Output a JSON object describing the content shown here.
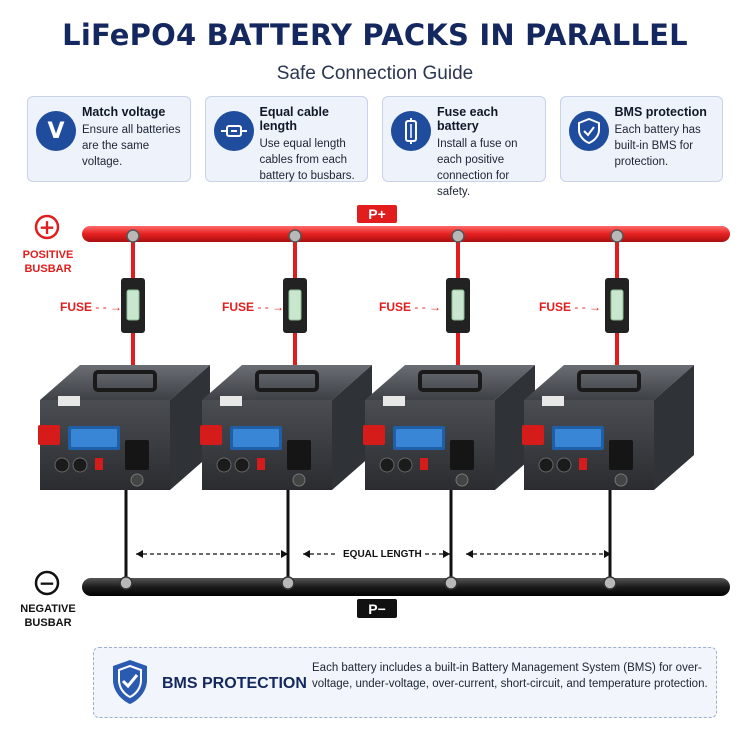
{
  "title": "LiFePO4 BATTERY PACKS IN PARALLEL",
  "subtitle": "Safe Connection Guide",
  "cards": [
    {
      "icon": "voltage-icon",
      "title": "Match voltage",
      "body": "Ensure all batteries are the same voltage."
    },
    {
      "icon": "cable-icon",
      "title": "Equal cable length",
      "body": "Use equal length cables from each battery to busbars."
    },
    {
      "icon": "fuse-icon",
      "title": "Fuse each battery",
      "body": "Install a fuse on each positive connection for safety."
    },
    {
      "icon": "shield-icon",
      "title": "BMS protection",
      "body": "Each battery has built-in BMS for protection."
    }
  ],
  "voltage_glyph": "V",
  "positive_busbar": {
    "symbol": "+",
    "tag": "P+",
    "label_line1": "POSITIVE",
    "label_line2": "BUSBAR",
    "color": "#e82a2a"
  },
  "negative_busbar": {
    "symbol": "−",
    "tag": "P−",
    "label_line1": "NEGATIVE",
    "label_line2": "BUSBAR",
    "color": "#1a1a1a"
  },
  "fuse_label": "FUSE",
  "equal_length_label": "EQUAL LENGTH",
  "battery_count": 4,
  "bms_box": {
    "title": "BMS PROTECTION",
    "body": "Each battery includes a built-in Battery Management System (BMS) for over-voltage, under-voltage, over-current, short-circuit, and temperature protection."
  },
  "colors": {
    "navy": "#14285f",
    "accent_blue": "#1f4c9c",
    "red": "#e11d1d"
  }
}
